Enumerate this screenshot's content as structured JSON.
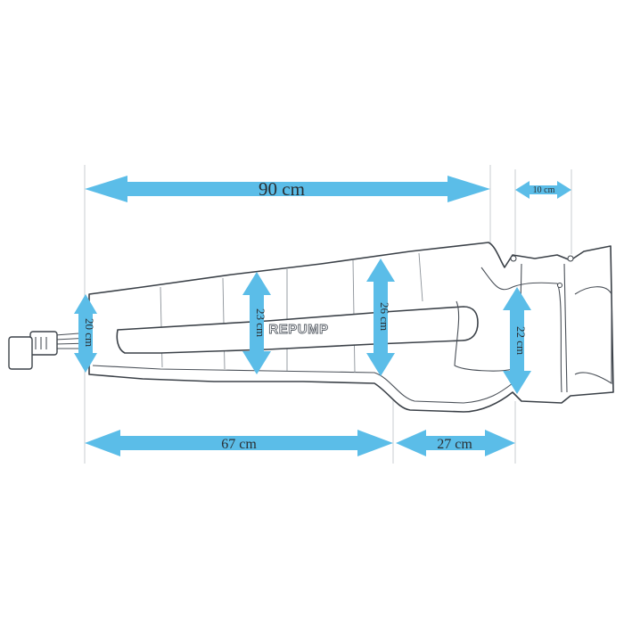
{
  "accent_color": "#5bbde8",
  "dimensions": {
    "length_total": "90 cm",
    "foot_width": "10 cm",
    "width_top": "20 cm",
    "width_mid": "23 cm",
    "width_wide": "26 cm",
    "width_foot": "22 cm",
    "length_leg": "67 cm",
    "length_foot": "27 cm"
  },
  "brand_text": "REPUMP"
}
